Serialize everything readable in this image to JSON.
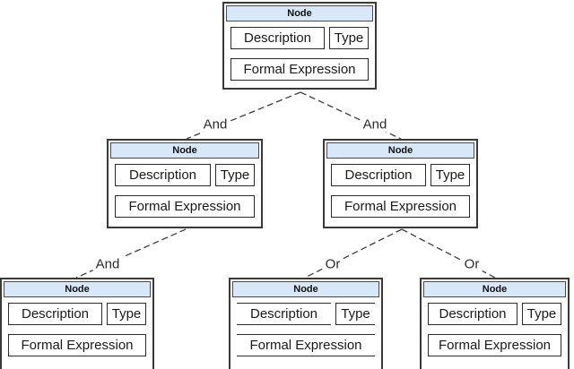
{
  "diagram": {
    "nodes": [
      {
        "id": "root",
        "header": "Node",
        "description_label": "Description",
        "type_label": "Type",
        "formal_label": "Formal Expression"
      },
      {
        "id": "mid-left",
        "header": "Node",
        "description_label": "Description",
        "type_label": "Type",
        "formal_label": "Formal Expression"
      },
      {
        "id": "mid-right",
        "header": "Node",
        "description_label": "Description",
        "type_label": "Type",
        "formal_label": "Formal Expression"
      },
      {
        "id": "bottom-left",
        "header": "Node",
        "description_label": "Description",
        "type_label": "Type",
        "formal_label": "Formal Expression"
      },
      {
        "id": "bottom-middle",
        "header": "Node",
        "description_label": "Description",
        "type_label": "Type",
        "formal_label": "Formal Expression"
      },
      {
        "id": "bottom-right",
        "header": "Node",
        "description_label": "Description",
        "type_label": "Type",
        "formal_label": "Formal Expression"
      }
    ],
    "edges": [
      {
        "from": "root",
        "to": "mid-left",
        "label": "And"
      },
      {
        "from": "root",
        "to": "mid-right",
        "label": "And"
      },
      {
        "from": "mid-left",
        "to": "bottom-left",
        "label": "And"
      },
      {
        "from": "mid-right",
        "to": "bottom-middle",
        "label": "Or"
      },
      {
        "from": "mid-right",
        "to": "bottom-right",
        "label": "Or"
      }
    ],
    "colors": {
      "header_fill": "#d9e8f8",
      "node_border": "#3a3a3a",
      "edge_line": "#3d3d3d",
      "text": "#1a1a1a"
    }
  }
}
